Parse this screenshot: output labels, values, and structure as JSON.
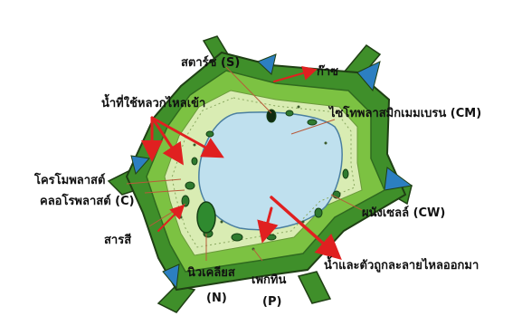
{
  "labels": {
    "starch": "สตาร์ช (S)",
    "gas": "ก๊าซ",
    "water_in": "น้ำที่ใช้หลวกไหลเข้า",
    "cytoplasm_membrane": "ไซโทพลาสมิกเมมเบรน (CM)",
    "chromoplast": "โครโมพลาสต์",
    "chloroplast": "คลอโรพลาสต์ (C)",
    "cell_wall": "ผนังเซลล์ (CW)",
    "pigment": "สารสี",
    "water_out": "น้ำและตัวถูกละลายไหลออกมา",
    "nucleus": "นิวเคลียส",
    "nucleus_abbr": "(N)",
    "pectin": "เพกทิน",
    "pectin_abbr": "(P)"
  },
  "colors": {
    "outer_wall": "#3f8f2a",
    "inner_wall": "#7cc242",
    "cytoplasm": "#d9ecb3",
    "vacuole": "#bfe0ee",
    "intercellular": "#2c7fc1",
    "chloroplast": "#2f7a2f",
    "arrow": "#e02020",
    "pointer": "#b85a3a"
  }
}
